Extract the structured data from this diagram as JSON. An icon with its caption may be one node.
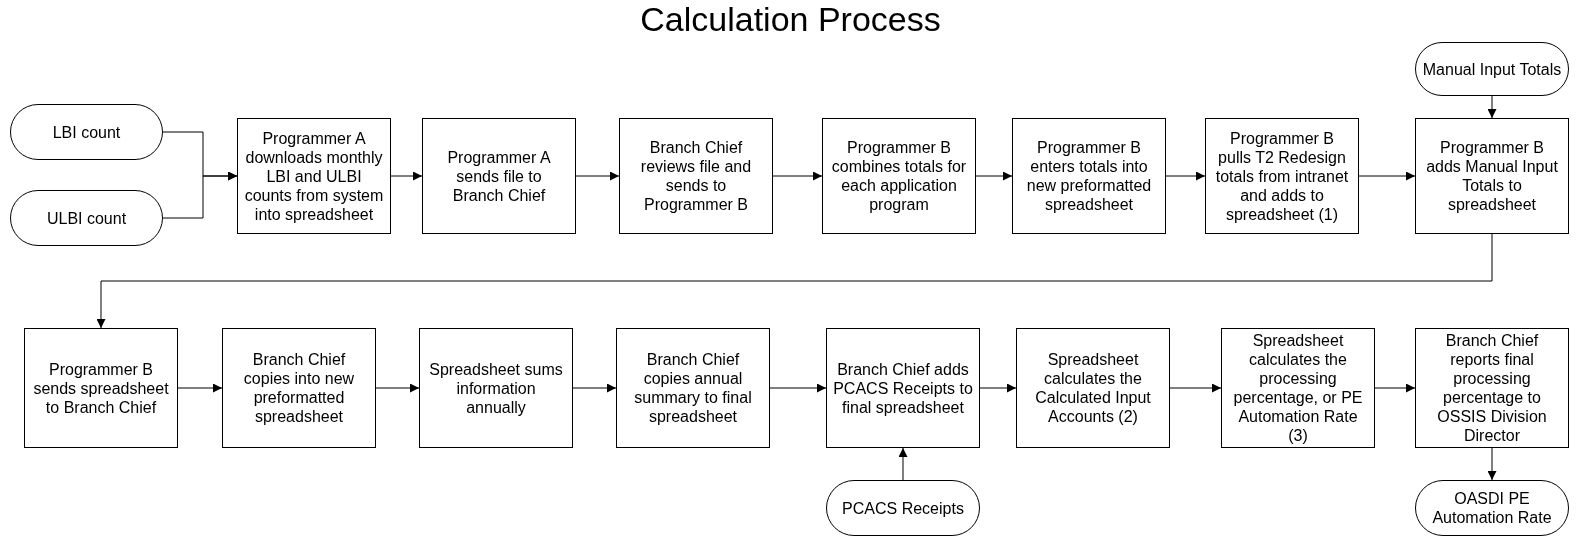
{
  "diagram": {
    "title": "Calculation Process",
    "nodes": [
      {
        "text": [
          "LBI count"
        ]
      },
      {
        "text": [
          "ULBI count"
        ]
      },
      {
        "text": [
          "Programmer A downloads monthly LBI and ULBI counts from system into spreadsheet"
        ]
      },
      {
        "text": [
          "Programmer A sends file to Branch Chief"
        ]
      },
      {
        "text": [
          "Branch Chief reviews file and sends to Programmer B"
        ]
      },
      {
        "text": [
          "Programmer B combines totals for each application program"
        ]
      },
      {
        "text": [
          "Programmer B enters totals into new preformatted spreadsheet"
        ]
      },
      {
        "text": [
          "Programmer B pulls T2 Redesign totals from intranet and adds to spreadsheet (1)"
        ]
      },
      {
        "text": [
          "Manual Input Totals"
        ]
      },
      {
        "text": [
          "Programmer B adds Manual Input Totals to spreadsheet"
        ]
      },
      {
        "text": [
          "Programmer B sends spreadsheet to Branch Chief"
        ]
      },
      {
        "text": [
          "Branch Chief copies into new preformatted spreadsheet"
        ]
      },
      {
        "text": [
          "Spreadsheet sums information annually"
        ]
      },
      {
        "text": [
          "Branch Chief copies annual summary to final spreadsheet"
        ]
      },
      {
        "text": [
          "Branch Chief adds PCACS Receipts to final spreadsheet"
        ]
      },
      {
        "text": [
          "Spreadsheet calculates the Calculated Input Accounts (2)"
        ]
      },
      {
        "text": [
          "Spreadsheet calculates the processing percentage, or PE Automation Rate (3)"
        ]
      },
      {
        "text": [
          "Branch Chief reports final processing percentage to OSSIS Division Director"
        ]
      },
      {
        "text": [
          "PCACS Receipts"
        ]
      },
      {
        "text": [
          "OASDI PE Automation Rate"
        ]
      }
    ],
    "edges": [
      {
        "from": 0,
        "to": 2,
        "arrow": "to"
      },
      {
        "from": 1,
        "to": 2,
        "arrow": "to"
      },
      {
        "from": 2,
        "to": 3,
        "arrow": "to"
      },
      {
        "from": 3,
        "to": 4,
        "arrow": "to"
      },
      {
        "from": 4,
        "to": 5,
        "arrow": "to"
      },
      {
        "from": 5,
        "to": 6,
        "arrow": "to"
      },
      {
        "from": 6,
        "to": 7,
        "arrow": "to"
      },
      {
        "from": 7,
        "to": 9,
        "arrow": "to"
      },
      {
        "from": 8,
        "to": 9,
        "arrow": "to"
      },
      {
        "from": 9,
        "to": 10,
        "arrow": "to"
      },
      {
        "from": 10,
        "to": 11,
        "arrow": "to"
      },
      {
        "from": 11,
        "to": 12,
        "arrow": "to"
      },
      {
        "from": 12,
        "to": 13,
        "arrow": "to"
      },
      {
        "from": 13,
        "to": 14,
        "arrow": "to"
      },
      {
        "from": 14,
        "to": 15,
        "arrow": "to"
      },
      {
        "from": 15,
        "to": 16,
        "arrow": "to"
      },
      {
        "from": 16,
        "to": 17,
        "arrow": "to"
      },
      {
        "from": 18,
        "to": 14,
        "arrow": "to"
      },
      {
        "from": 17,
        "to": 19,
        "arrow": "to"
      }
    ]
  }
}
